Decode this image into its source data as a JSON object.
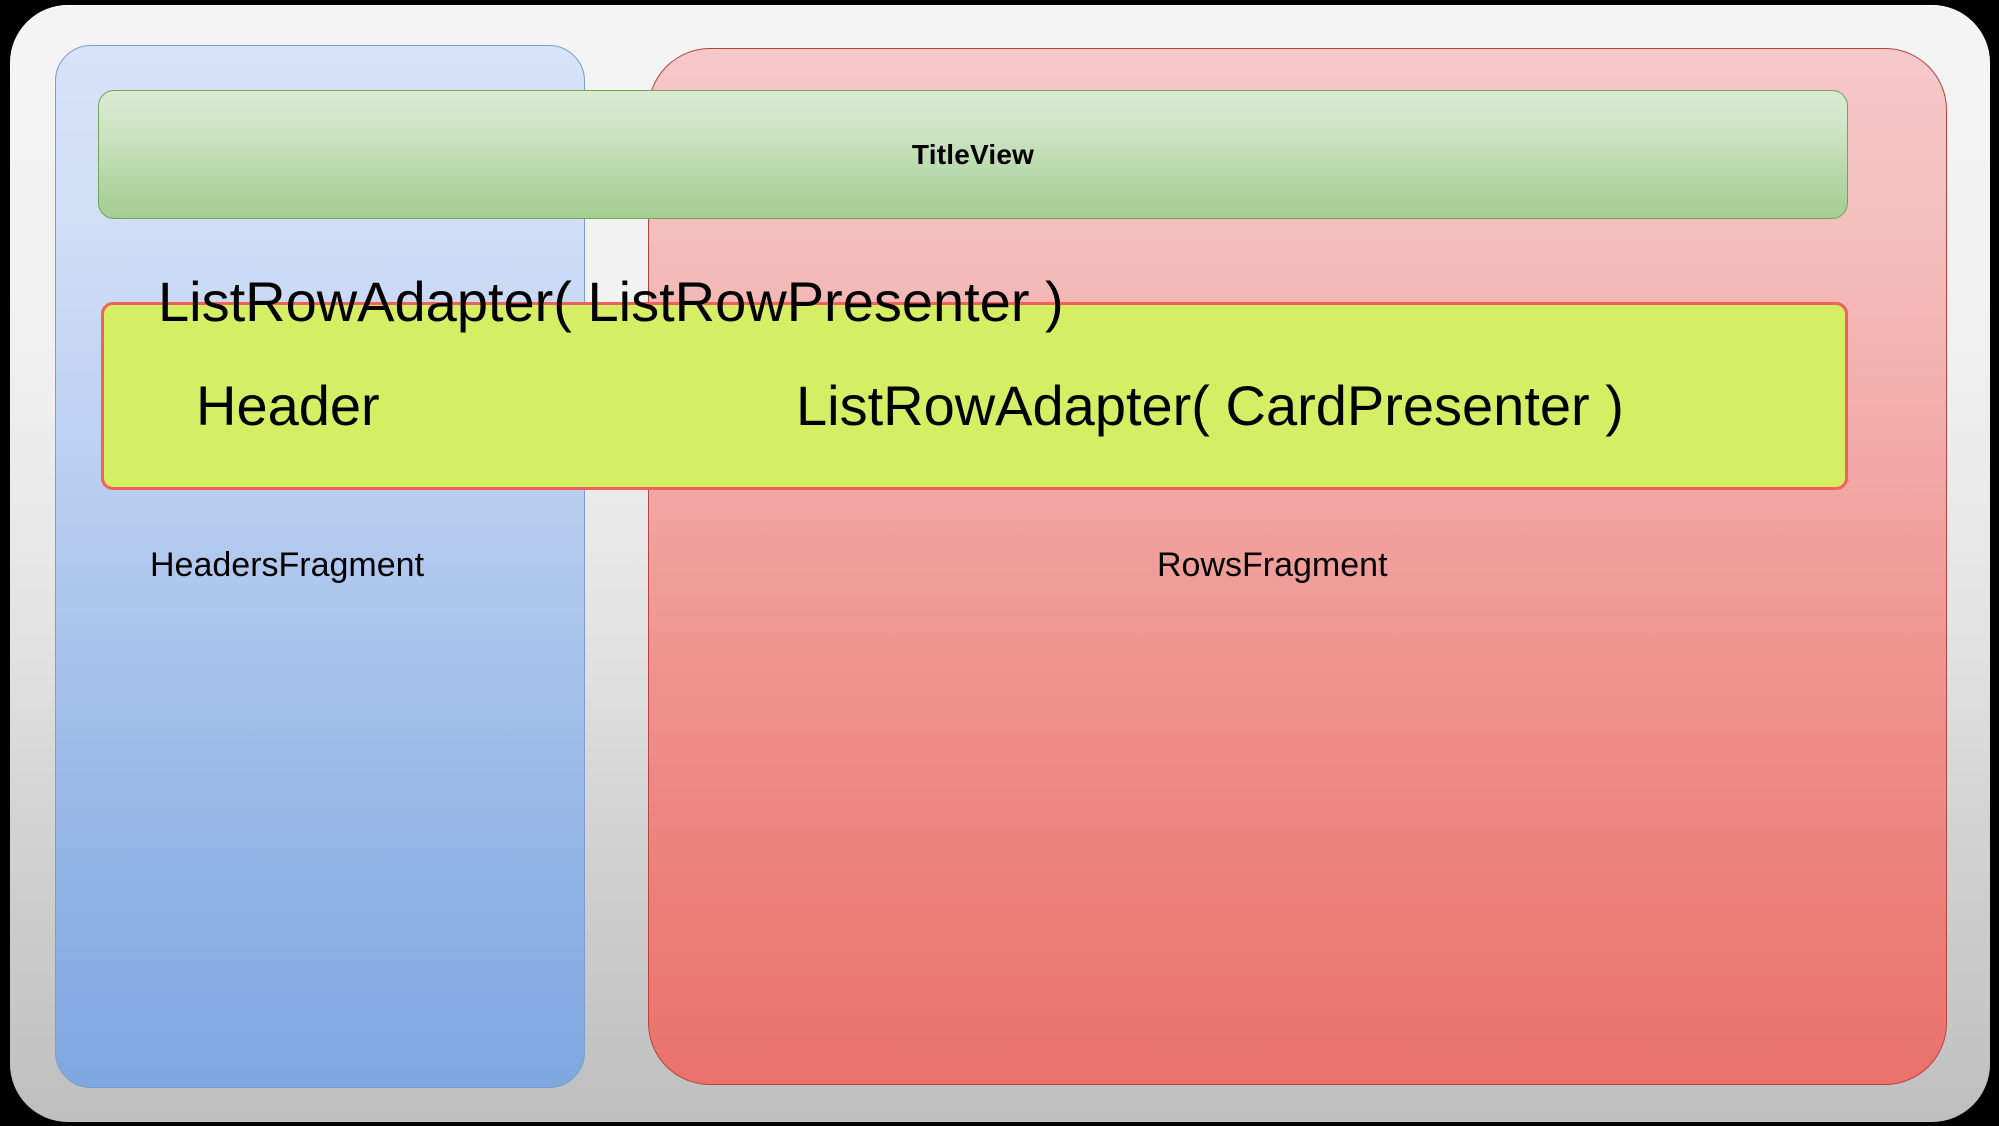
{
  "diagram": {
    "title_view": {
      "label": "TitleView",
      "fill_top": "#d9ebd1",
      "fill_bottom": "#a4cd92",
      "border_color": "#74a458"
    },
    "headers_fragment": {
      "label": "HeadersFragment",
      "fill_top": "#d7e3f8",
      "fill_bottom": "#7fa8e1",
      "border_color": "#7a9ed0"
    },
    "rows_fragment": {
      "label": "RowsFragment",
      "fill_top": "#f6c8c8",
      "fill_bottom": "#ea726b",
      "border_color": "#b5443f"
    },
    "adapter_box": {
      "fill": "#d6ee63",
      "border_color": "#f2605c"
    },
    "outer_container": {
      "fill_top": "#f4f4f4",
      "fill_bottom": "#bfbfbf"
    },
    "labels": {
      "list_row_adapter_list_row_presenter": "ListRowAdapter( ListRowPresenter )",
      "header": "Header",
      "list_row_adapter_card_presenter": "ListRowAdapter( CardPresenter )"
    }
  }
}
